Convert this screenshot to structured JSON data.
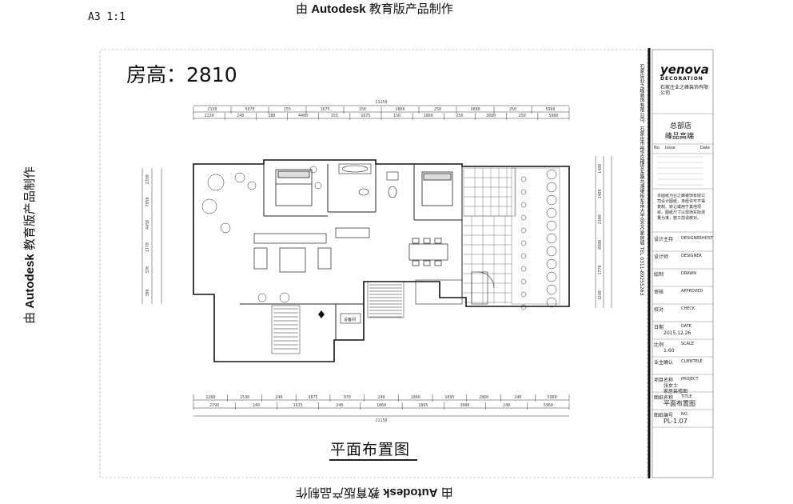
{
  "watermark": {
    "prefix": "由",
    "brand": "Autodesk",
    "suffix": "教育版产品制作"
  },
  "sheet_size": "A3 1:1",
  "room_height": "房高：2810",
  "plan_title": "平面布置图",
  "dimensions": {
    "top_total": "21150",
    "top_row1": [
      "2130",
      "5070",
      "155",
      "1675",
      "150",
      "1860",
      "250",
      "3080",
      "250",
      "5960"
    ],
    "top_row2": [
      "2130",
      "240",
      "280",
      "4400",
      "155",
      "1675",
      "150",
      "1860",
      "250",
      "3080",
      "250",
      "5960"
    ],
    "bottom_row1": [
      "1260",
      "1530",
      "240",
      "3875",
      "970",
      "240",
      "1860",
      "1095",
      "2860",
      "240",
      "5960"
    ],
    "bottom_row2": [
      "2790",
      "240",
      "1915",
      "240",
      "1860",
      "1895",
      "3080",
      "240",
      "5960"
    ],
    "bottom_total": "21150",
    "left": [
      "2390",
      "7950",
      "4450",
      "1770",
      "370",
      "300"
    ],
    "right": [
      "1480",
      "1480",
      "2300",
      "8980",
      "1770",
      "1280"
    ]
  },
  "plan_labels": {
    "stair_label": "设备间"
  },
  "title_block": {
    "logo_main": "yenova",
    "logo_sub": "DECORATION",
    "company": "石家庄业之峰装饰有限公司",
    "company_vertical": "石家庄业之峰装饰有限公司，石家庄市裕华区槐安东路与湘渠街东南大学(安文)家居城 TEL 0311-89255263",
    "store": "总部店",
    "store_sub": "峰品高端",
    "no_label": "No.",
    "issue_label": "Issue",
    "date_label": "Date",
    "note": "本图纸为业之峰装饰有限公司设计图纸，未经许可不得复制、转让或用于其他项目。图纸尺寸以现场实际测量为准，施工前请核对。",
    "rows": [
      {
        "cn": "设计主持",
        "en": "DESIGNERHOST",
        "value": ""
      },
      {
        "cn": "设计师",
        "en": "DESIGNER",
        "value": ""
      },
      {
        "cn": "绘制",
        "en": "DRAWN",
        "value": ""
      },
      {
        "cn": "审核",
        "en": "APPROVED",
        "value": ""
      },
      {
        "cn": "校对",
        "en": "CHECK",
        "value": ""
      },
      {
        "cn": "日期",
        "en": "DATE",
        "value": "2015.12.26"
      },
      {
        "cn": "比例",
        "en": "SCALE",
        "value": "1:60"
      },
      {
        "cn": "业主确认",
        "en": "CLIENTELE",
        "value": ""
      },
      {
        "cn": "项目名称",
        "en": "PROJECT",
        "value": "张女士\n家居装修图"
      },
      {
        "cn": "图纸名称",
        "en": "TITLE",
        "value": "平面布置图"
      },
      {
        "cn": "图纸编号",
        "en": "NO.",
        "value": "PL-1.07"
      }
    ]
  }
}
